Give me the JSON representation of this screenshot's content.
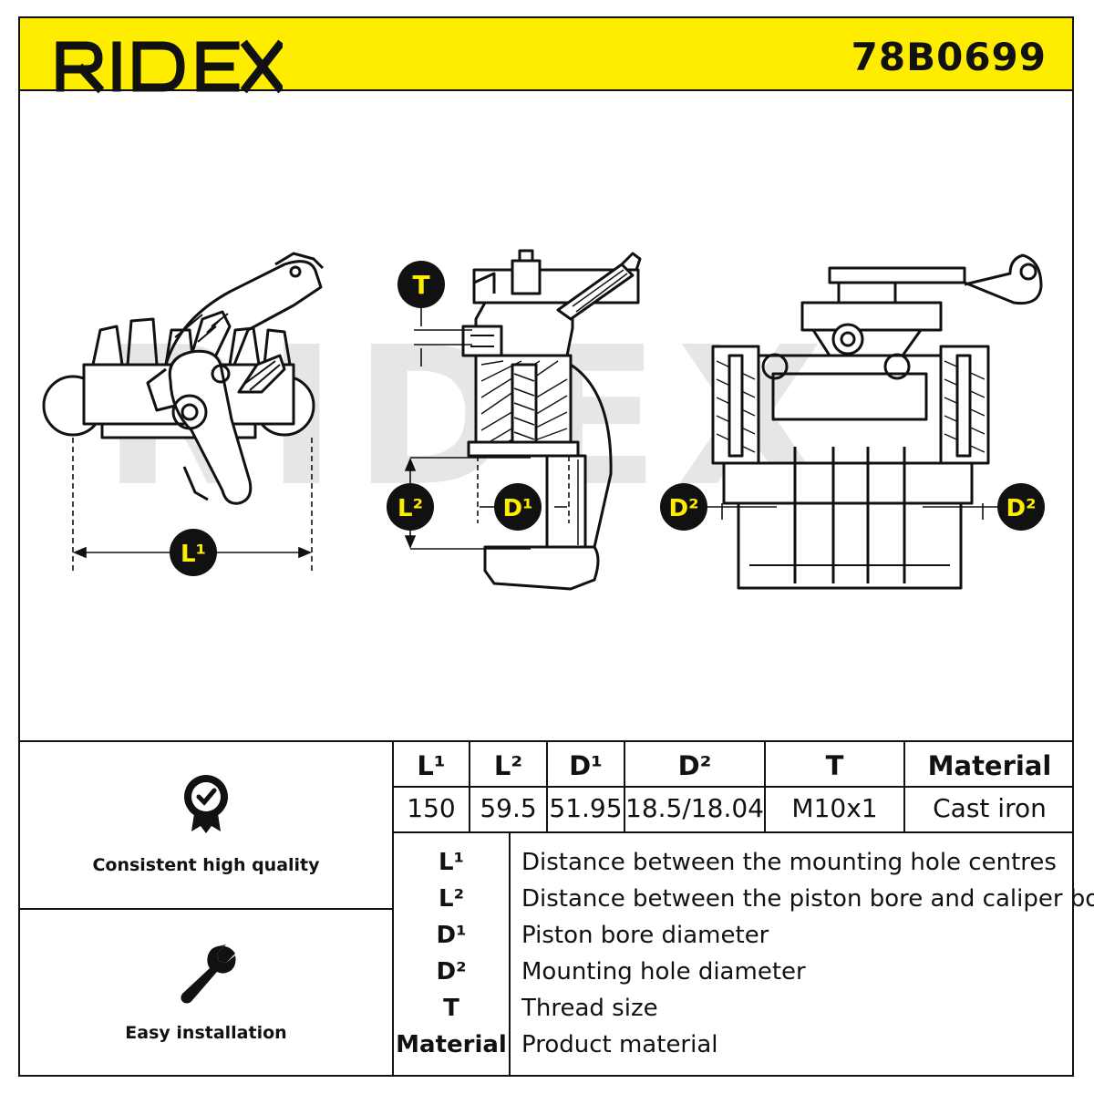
{
  "header": {
    "brand": "RIDEX",
    "part_number": "78B0699",
    "background_color": "#ffed00"
  },
  "drawing": {
    "watermark": "RIDEX",
    "dimension_labels": {
      "T": "T",
      "L1": "L¹",
      "L2": "L²",
      "D1": "D¹",
      "D2_left": "D²",
      "D2_right": "D²"
    }
  },
  "features": [
    {
      "icon": "quality-badge-icon",
      "label": "Consistent high quality"
    },
    {
      "icon": "wrench-icon",
      "label": "Easy installation"
    }
  ],
  "specs": {
    "headers": [
      "L¹",
      "L²",
      "D¹",
      "D²",
      "T",
      "Material"
    ],
    "values": [
      "150",
      "59.5",
      "51.95",
      "18.5/18.04",
      "M10x1",
      "Cast iron"
    ]
  },
  "legend": [
    {
      "key": "L¹",
      "desc": "Distance between the mounting hole centres"
    },
    {
      "key": "L²",
      "desc": "Distance between the piston bore and caliper body"
    },
    {
      "key": "D¹",
      "desc": "Piston bore diameter"
    },
    {
      "key": "D²",
      "desc": "Mounting hole diameter"
    },
    {
      "key": "T",
      "desc": "Thread size"
    },
    {
      "key": "Material",
      "desc": "Product material"
    }
  ]
}
